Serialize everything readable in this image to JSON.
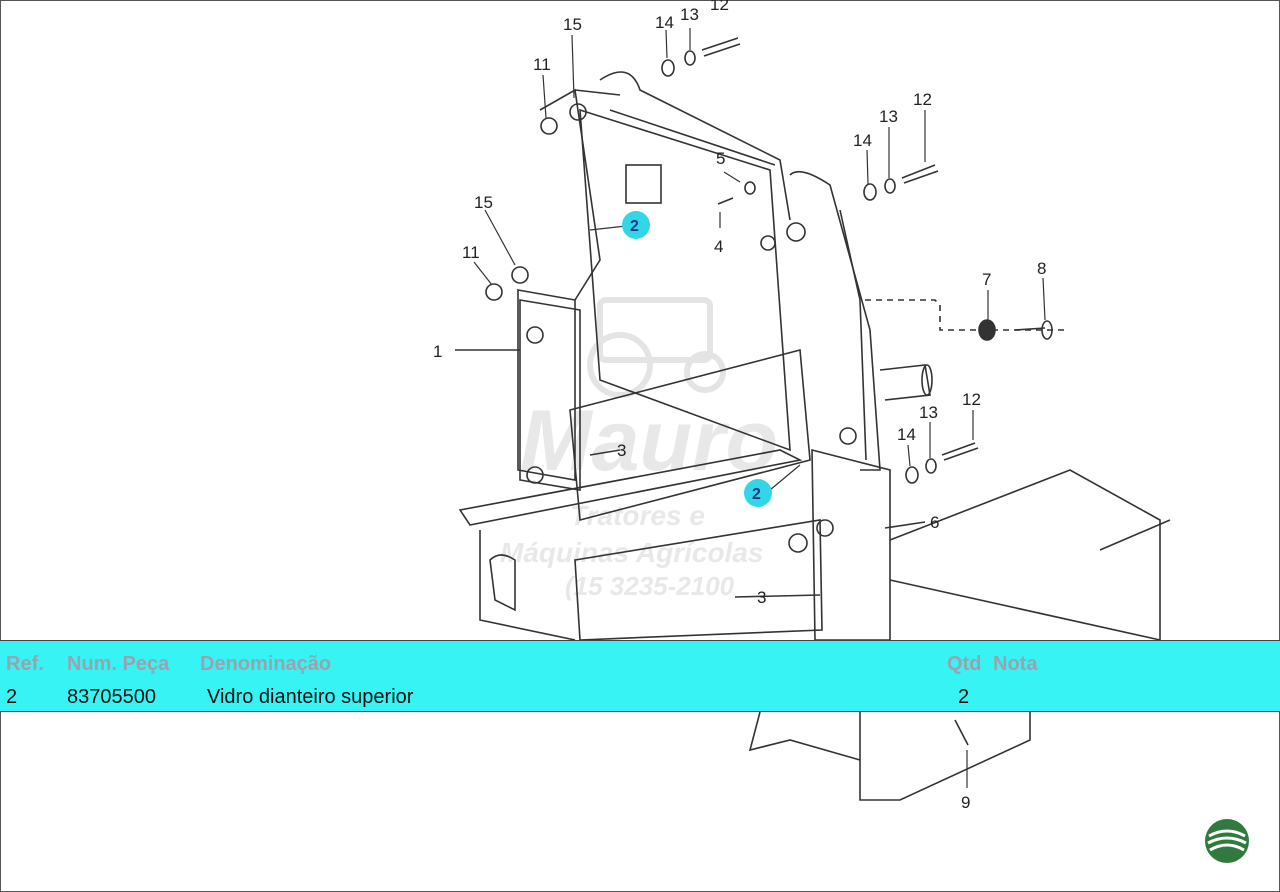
{
  "diagram": {
    "callouts": [
      {
        "id": "c15a",
        "text": "15"
      },
      {
        "id": "c14a",
        "text": "14"
      },
      {
        "id": "c13a",
        "text": "13"
      },
      {
        "id": "c12a",
        "text": "12"
      },
      {
        "id": "c11a",
        "text": "11"
      },
      {
        "id": "c5",
        "text": "5"
      },
      {
        "id": "c4",
        "text": "4"
      },
      {
        "id": "c14b",
        "text": "14"
      },
      {
        "id": "c13b",
        "text": "13"
      },
      {
        "id": "c12b",
        "text": "12"
      },
      {
        "id": "c15b",
        "text": "15"
      },
      {
        "id": "c11b",
        "text": "11"
      },
      {
        "id": "c7",
        "text": "7"
      },
      {
        "id": "c8",
        "text": "8"
      },
      {
        "id": "c1",
        "text": "1"
      },
      {
        "id": "c3a",
        "text": "3"
      },
      {
        "id": "c14c",
        "text": "14"
      },
      {
        "id": "c13c",
        "text": "13"
      },
      {
        "id": "c12c",
        "text": "12"
      },
      {
        "id": "c6",
        "text": "6"
      },
      {
        "id": "c3b",
        "text": "3"
      },
      {
        "id": "c9",
        "text": "9"
      }
    ],
    "highlighted_ref": "2",
    "watermark": {
      "brand": "Mauro",
      "line1": "Tratores e",
      "line2": "Máquinas Agrícolas",
      "phone": "(15 3235-2100"
    }
  },
  "parts_table": {
    "headers": {
      "ref": "Ref.",
      "part_number": "Num. Peça",
      "description": "Denominação",
      "qty": "Qtd",
      "note": "Nota"
    },
    "rows": [
      {
        "ref": "2",
        "part_number": "83705500",
        "description": "Vidro dianteiro superior",
        "qty": "2",
        "note": ""
      }
    ]
  },
  "colors": {
    "highlight": "#37f3f3",
    "badge": "#33d6e6",
    "badge_text": "#1a3a8a",
    "header_text": "#9aa3ad"
  }
}
